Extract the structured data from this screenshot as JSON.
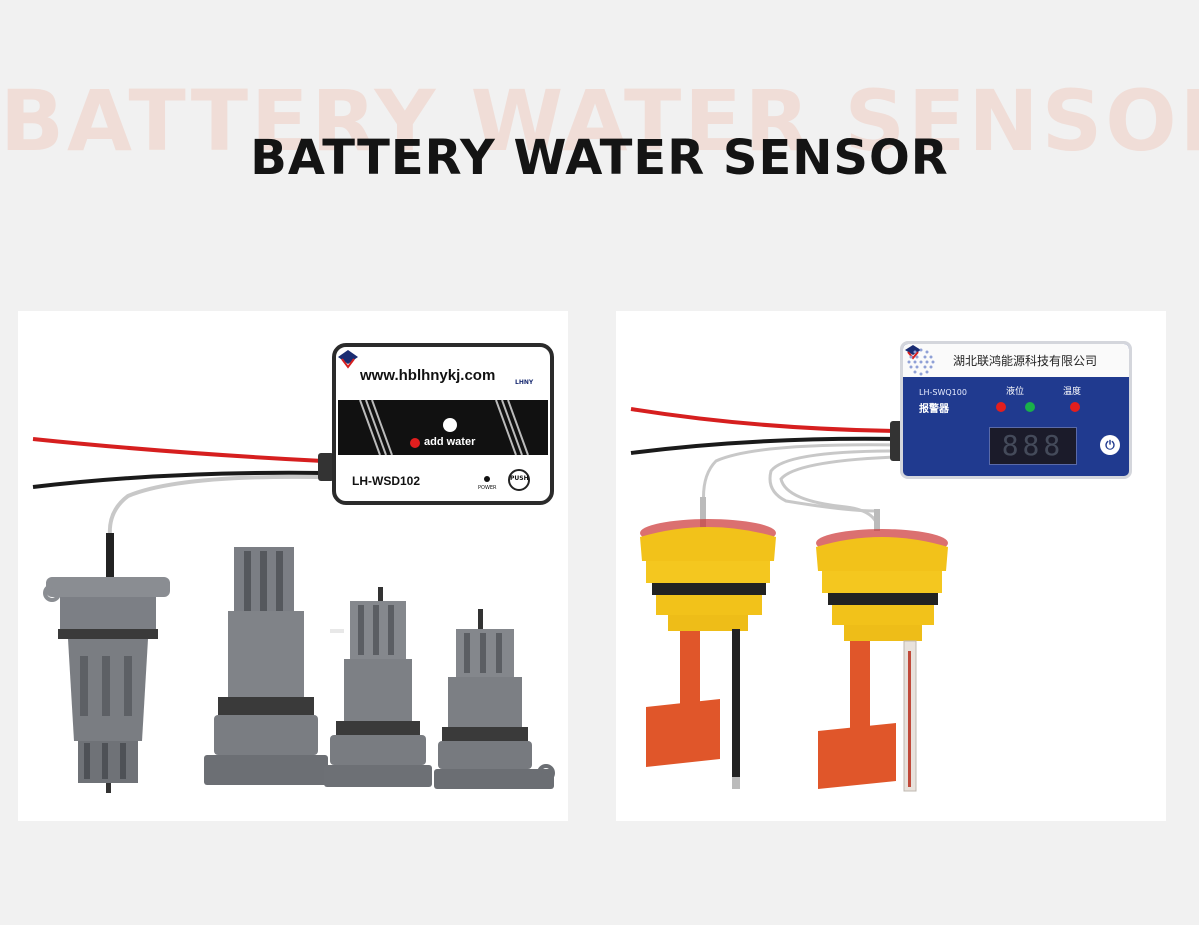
{
  "page": {
    "background_title": "BATTERY WATER SENSOR",
    "title": "BATTERY WATER SENSOR"
  },
  "left_product": {
    "website": "www.hblhnykj.com",
    "logo_text": "LHNY",
    "indicator_label": "add water",
    "model": "LH-WSD102",
    "power_label": "POWER",
    "push_label": "PUSH"
  },
  "right_product": {
    "company": "湖北联鸿能源科技有限公司",
    "model": "LH-SWQ100",
    "device_name": "报警器",
    "level_label": "液位",
    "temp_label": "温度",
    "display_value": "888",
    "power_icon": "power-icon"
  },
  "colors": {
    "background": "#f1f1f1",
    "title": "#141414",
    "watermark": "#f0ddd7",
    "red_wire": "#d61f1f",
    "device_blue": "#203a8f",
    "probe_yellow": "#f2c21a",
    "float_orange": "#e0562a",
    "probe_grey": "#7b7e84"
  }
}
